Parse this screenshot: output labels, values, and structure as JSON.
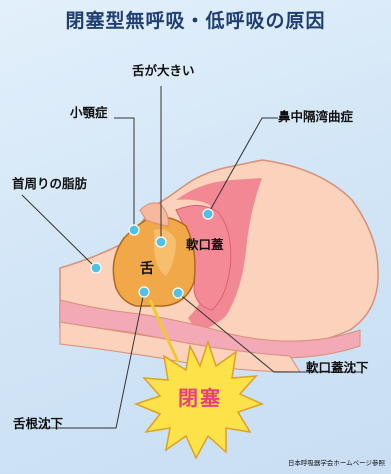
{
  "title": "閉塞型無呼吸・低呼吸の原因",
  "labels": {
    "tongue_large": "舌が大きい",
    "micrognathia": "小顎症",
    "septum_deviation": "鼻中隔湾曲症",
    "neck_fat": "首周りの脂肪",
    "soft_palate": "軟口蓋",
    "tongue": "舌",
    "soft_palate_fall": "軟口蓋沈下",
    "tongue_base_fall": "舌根沈下",
    "obstruction": "閉塞"
  },
  "credit": "日本呼吸器学会ホームページ参照",
  "colors": {
    "background": "#d3e6f7",
    "title": "#1f3f73",
    "skin": "#fbd2bb",
    "airway_pink": "#f07b8c",
    "tongue_orange": "#f0a848",
    "marker_dot": "#4fc2e6",
    "burst_yellow": "#fde24a",
    "burst_text": "#e8417a"
  }
}
